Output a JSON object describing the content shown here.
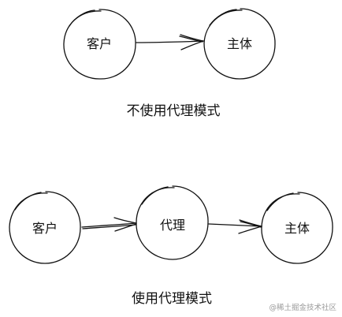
{
  "diagrams": [
    {
      "nodes": [
        {
          "id": "client",
          "label": "客户"
        },
        {
          "id": "subject",
          "label": "主体"
        }
      ],
      "caption": "不使用代理模式"
    },
    {
      "nodes": [
        {
          "id": "client",
          "label": "客户"
        },
        {
          "id": "proxy",
          "label": "代理"
        },
        {
          "id": "subject",
          "label": "主体"
        }
      ],
      "caption": "使用代理模式"
    }
  ],
  "watermark": "@稀土掘金技术社区"
}
